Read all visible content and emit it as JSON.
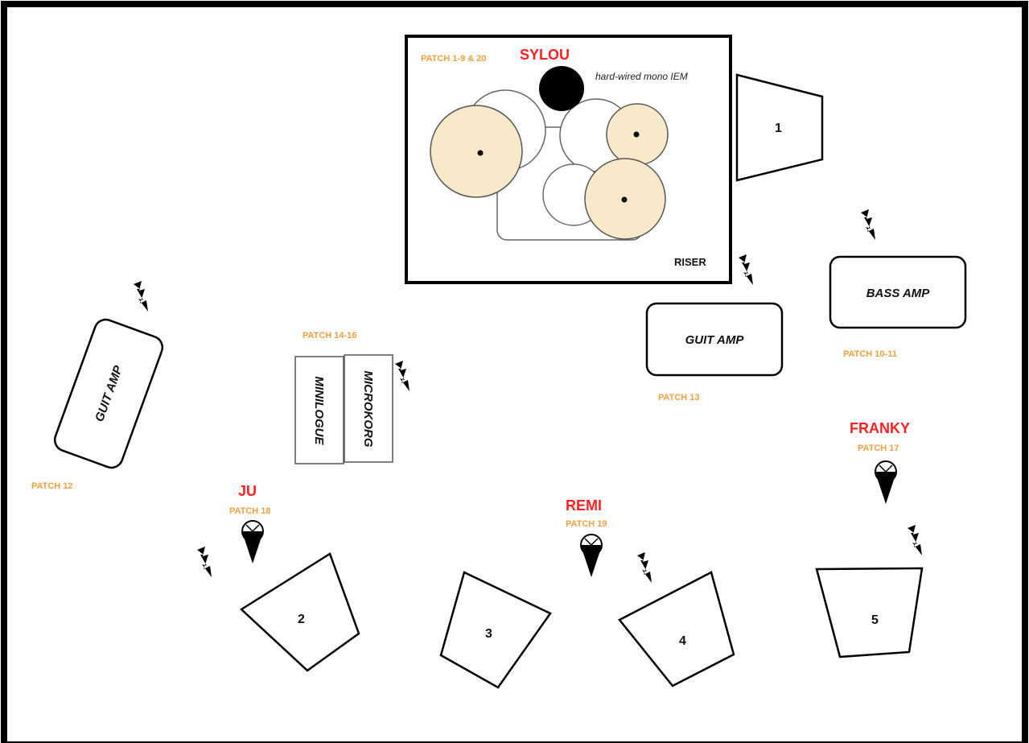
{
  "colors": {
    "patch": "#f0a040",
    "name": "#ff2020",
    "cymbal": "#f7e9c9",
    "outline": "#000000"
  },
  "riser": {
    "label": "RISER",
    "patch": "PATCH 1-9 & 20",
    "musician": "SYLOU",
    "iem_note": "hard-wired mono IEM"
  },
  "wedges": [
    "1",
    "2",
    "3",
    "4",
    "5"
  ],
  "amps": {
    "guitar_left": {
      "label": "GUIT AMP",
      "patch": "PATCH 12"
    },
    "guitar_right": {
      "label": "GUIT AMP",
      "patch": "PATCH 13"
    },
    "bass": {
      "label": "BASS AMP",
      "patch": "PATCH 10-11"
    }
  },
  "keyboards": {
    "patch": "PATCH 14-16",
    "left": "MINILOGUE",
    "right": "MICROKORG"
  },
  "musicians": {
    "ju": {
      "name": "JU",
      "patch": "PATCH 18"
    },
    "remi": {
      "name": "REMI",
      "patch": "PATCH 19"
    },
    "franky": {
      "name": "FRANKY",
      "patch": "PATCH 17"
    }
  },
  "icons": [
    "power-icon",
    "microphone-icon",
    "drum-kit-icon"
  ]
}
